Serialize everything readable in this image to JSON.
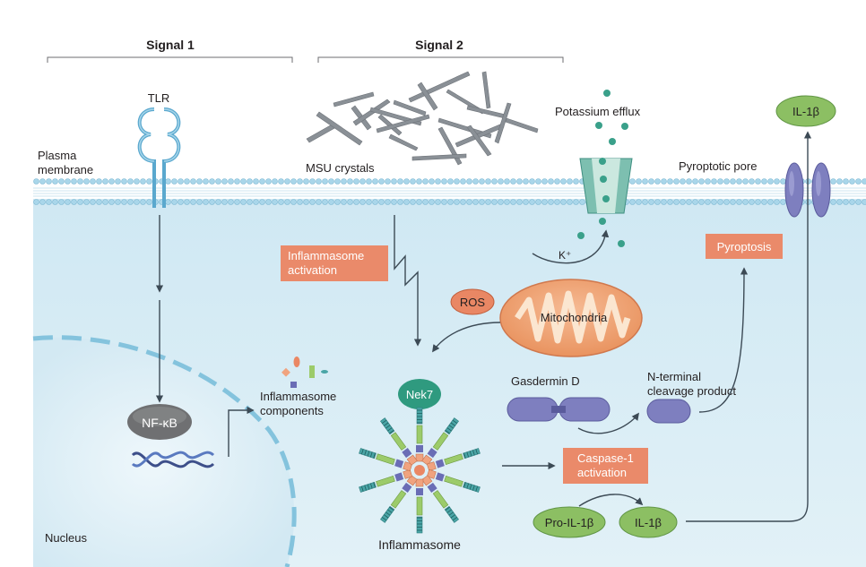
{
  "signals": {
    "signal1": "Signal 1",
    "signal2": "Signal 2"
  },
  "membrane": {
    "label_line1": "Plasma",
    "label_line2": "membrane"
  },
  "labels": {
    "tlr": "TLR",
    "msu": "MSU crystals",
    "potassium": "Potassium efflux",
    "k_ion": "K⁺",
    "pyroptotic_pore": "Pyroptotic pore",
    "il1b_top": "IL-1β",
    "pyroptosis": "Pyroptosis",
    "inflammasome_activation_line1": "Inflammasome",
    "inflammasome_activation_line2": "activation",
    "ros": "ROS",
    "mitochondria": "Mitochondria",
    "nek7": "Nek7",
    "gasdermin": "Gasdermin D",
    "nterm_line1": "N-terminal",
    "nterm_line2": "cleavage product",
    "caspase_line1": "Caspase-1",
    "caspase_line2": "activation",
    "pro_il1b": "Pro-IL-1β",
    "il1b": "IL-1β",
    "inflammasome": "Inflammasome",
    "components_line1": "Inflammasome",
    "components_line2": "components",
    "nfkb": "NF-κB",
    "nucleus": "Nucleus"
  },
  "colors": {
    "cytoplasm": "#d4eaf4",
    "membrane_head": "#9cd0e6",
    "activation_box": "#ea8a6a",
    "mitochondria": "#f2a880",
    "ros": "#e98764",
    "gasdermin": "#7e7fbf",
    "il1b": "#8cbf63",
    "nek7": "#3aa78a",
    "nfkb": "#6f7072",
    "arrow": "#3c4a55"
  }
}
